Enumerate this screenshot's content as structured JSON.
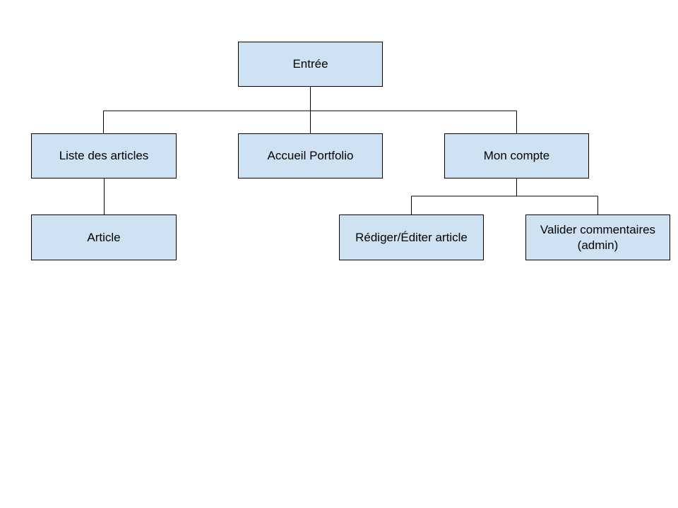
{
  "nodes": {
    "root": "Entrée",
    "list": "Liste des articles",
    "portfolio": "Accueil Portfolio",
    "account": "Mon compte",
    "article": "Article",
    "edit": "Rédiger/Éditer article",
    "validate": "Valider commentaires\n(admin)"
  },
  "colors": {
    "node_fill": "#cfe2f3",
    "node_border": "#000000",
    "connector": "#000000"
  }
}
